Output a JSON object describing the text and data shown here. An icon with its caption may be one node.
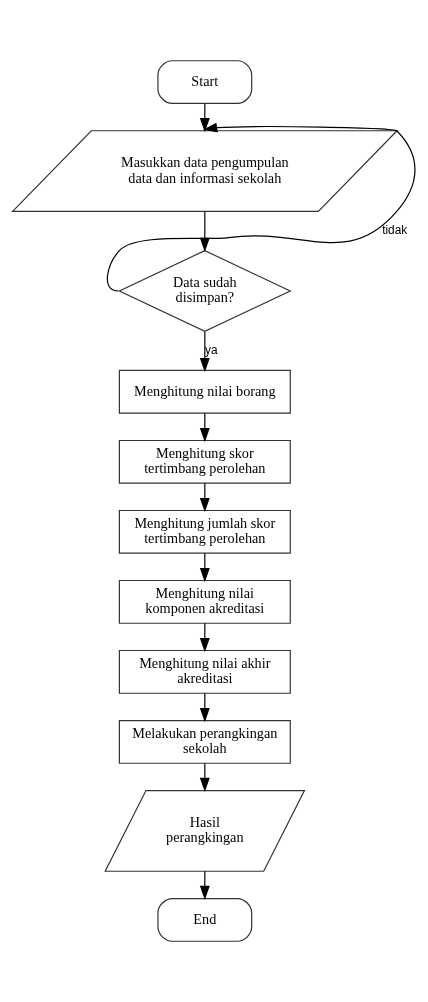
{
  "diagram": {
    "nodes": [
      {
        "text": [
          "Start"
        ]
      },
      {
        "text": [
          "Masukkan data pengumpulan data dan informasi sekolah"
        ]
      },
      {
        "text": [
          "Data sudah disimpan?"
        ]
      },
      {
        "text": [
          "Menghitung nilai borang"
        ]
      },
      {
        "text": [
          "Menghitung skor tertimbang perolehan"
        ]
      },
      {
        "text": [
          "Menghitung jumlah skor tertimbang perolehan"
        ]
      },
      {
        "text": [
          "Menghitung nilai komponen akreditasi"
        ]
      },
      {
        "text": [
          "Menghitung nilai akhir akreditasi"
        ]
      },
      {
        "text": [
          "Melakukan perangkingan sekolah"
        ]
      },
      {
        "text": [
          "Hasil perangkingan"
        ]
      },
      {
        "text": [
          "End"
        ]
      }
    ],
    "edges": [
      {
        "from": 0,
        "to": 1,
        "arrow": "to"
      },
      {
        "from": 2,
        "to": 1,
        "arrow": "to",
        "label": "tidak"
      },
      {
        "from": 1,
        "to": 2,
        "arrow": "to"
      },
      {
        "from": 2,
        "to": 3,
        "arrow": "to",
        "label": "ya"
      },
      {
        "from": 3,
        "to": 4,
        "arrow": "to"
      },
      {
        "from": 4,
        "to": 5,
        "arrow": "to"
      },
      {
        "from": 5,
        "to": 6,
        "arrow": "to"
      },
      {
        "from": 6,
        "to": 7,
        "arrow": "to"
      },
      {
        "from": 7,
        "to": 8,
        "arrow": "to"
      },
      {
        "from": 8,
        "to": 9,
        "arrow": "to"
      },
      {
        "from": 9,
        "to": 10,
        "arrow": "to"
      }
    ]
  }
}
